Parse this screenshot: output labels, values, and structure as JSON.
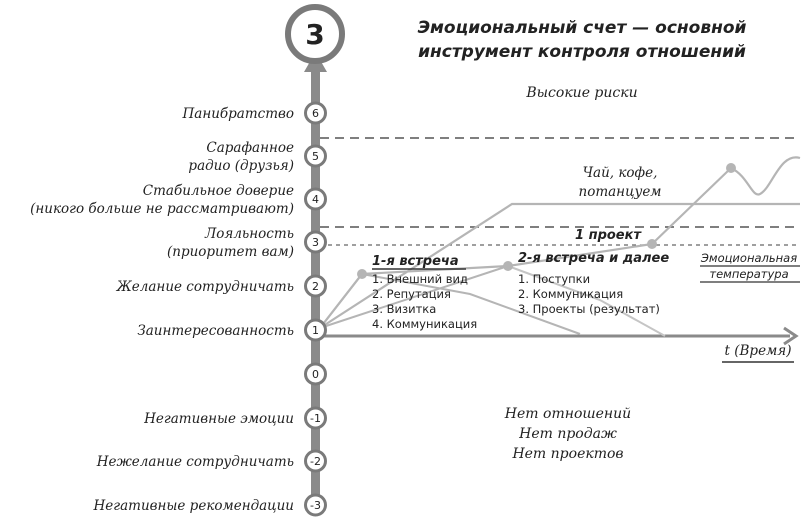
{
  "badge_number": "3",
  "title": {
    "line1": "Эмоциональный счет — основной",
    "line2": "инструмент контроля отношений"
  },
  "scale": [
    {
      "num": "6",
      "label": [
        "Панибратство"
      ]
    },
    {
      "num": "5",
      "label": [
        "Сарафанное",
        "радио (друзья)"
      ]
    },
    {
      "num": "4",
      "label": [
        "Стабильное доверие",
        "(никого больше не рассматривают)"
      ]
    },
    {
      "num": "3",
      "label": [
        "Лояльность",
        "(приоритет вам)"
      ]
    },
    {
      "num": "2",
      "label": [
        "Желание сотрудничать"
      ]
    },
    {
      "num": "1",
      "label": [
        "Заинтересованность"
      ]
    },
    {
      "num": "0",
      "label": []
    },
    {
      "num": "-1",
      "label": [
        "Негативные эмоции"
      ]
    },
    {
      "num": "-2",
      "label": [
        "Нежелание сотрудничать"
      ]
    },
    {
      "num": "-3",
      "label": [
        "Негативные рекомендации"
      ]
    }
  ],
  "zones": {
    "high_risk": "Высокие риски",
    "no_relations": [
      "Нет отношений",
      "Нет продаж",
      "Нет проектов"
    ]
  },
  "axis": {
    "x_label": "t (Время)"
  },
  "stages": {
    "first_meeting": {
      "title": "1-я встреча",
      "items": [
        "1. Внешний вид",
        "2. Репутация",
        "3. Визитка",
        "4. Коммуникация"
      ]
    },
    "second_meeting": {
      "title": "2-я встреча и далее",
      "items": [
        "1. Поступки",
        "2. Коммуникация",
        "3. Проекты (результат)"
      ]
    },
    "project": "1 проект",
    "tea": [
      "Чай, кофе,",
      "потанцуем"
    ],
    "emotional_temp": [
      "Эмоциональная",
      "температура"
    ]
  },
  "colors": {
    "axis_gray": "#8a8a8a",
    "line_gray": "#b5b5b5",
    "dashed": "#555555"
  }
}
